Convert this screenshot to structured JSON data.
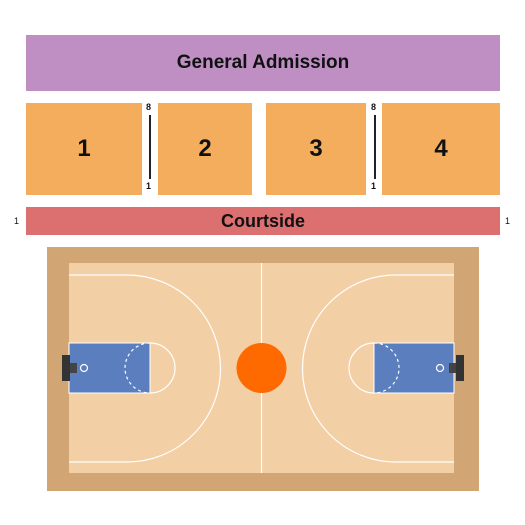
{
  "sections": {
    "general_admission": "General Admission",
    "s1": "1",
    "s2": "2",
    "s3": "3",
    "s4": "4",
    "courtside": "Courtside"
  },
  "row_labels": {
    "left_top": "8",
    "left_bottom": "1",
    "right_top": "8",
    "right_bottom": "1",
    "courtside_left": "1",
    "courtside_right": "1"
  },
  "colors": {
    "general_admission": "#bf8fc4",
    "numbered_sections": "#f4ad5c",
    "courtside": "#dc7070",
    "court_border": "#d2a574",
    "court_floor": "#f3cfa5",
    "paint": "#5b7fbe",
    "center_circle": "#ff6a00"
  }
}
